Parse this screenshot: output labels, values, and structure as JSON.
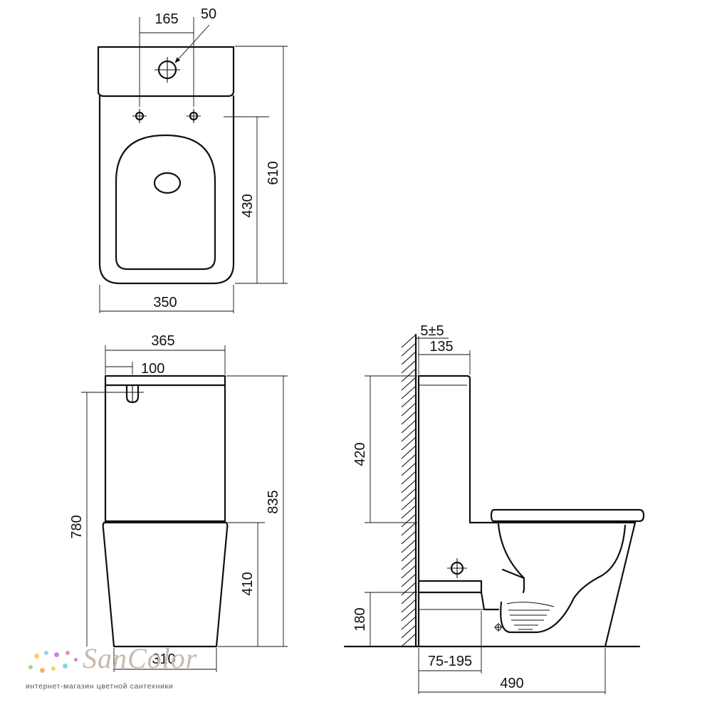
{
  "dimensions": {
    "top_view": {
      "hole_spacing": "165",
      "hole_diameter": "50",
      "width": "350",
      "depth_to_holes": "430",
      "total_depth": "610"
    },
    "front_view": {
      "top_width": "365",
      "button_offset": "100",
      "inlet_height": "780",
      "total_height": "835",
      "bowl_height": "410",
      "base_width": "310"
    },
    "side_view": {
      "wall_gap": "5±5",
      "tank_depth": "135",
      "tank_height": "420",
      "outlet_height": "180",
      "outlet_distance": "75-195",
      "total_length": "490"
    }
  },
  "brand": {
    "name": "SanColor",
    "tagline": "интернет-магазин цветной сантехники",
    "dot_colors": [
      "#f3d35a",
      "#8fd3e8",
      "#c78be6",
      "#f08fb0",
      "#9ad98b",
      "#f2b36b"
    ]
  }
}
